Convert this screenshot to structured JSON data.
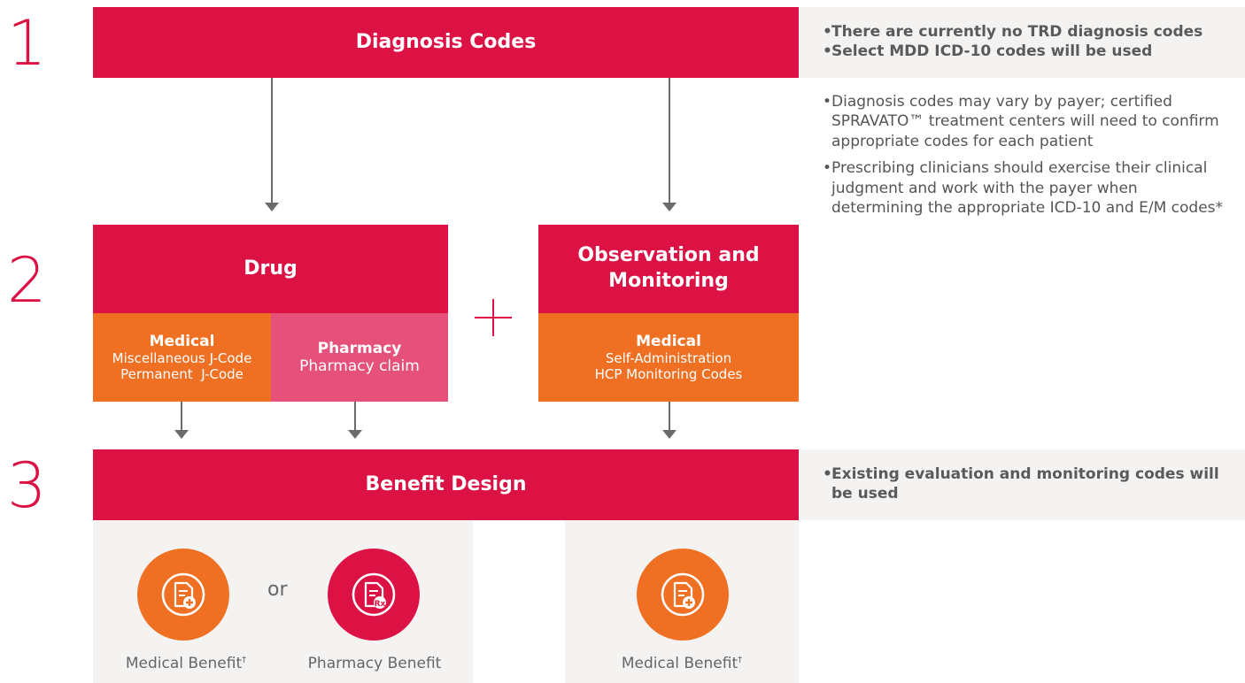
{
  "steps": [
    "1",
    "2",
    "3"
  ],
  "diagnosis": {
    "title": "Diagnosis Codes"
  },
  "drug": {
    "title": "Drug",
    "medical": {
      "title": "Medical",
      "line1": "Miscellaneous J-Code",
      "line2": "Permanent  J-Code"
    },
    "pharmacy": {
      "title": "Pharmacy",
      "line1": "Pharmacy claim"
    }
  },
  "plus": "+",
  "observation": {
    "title": "Observation and Monitoring",
    "medical": {
      "title": "Medical",
      "line1": "Self-Administration",
      "line2": "HCP Monitoring Codes"
    }
  },
  "benefit": {
    "title": "Benefit Design",
    "or_label": "or",
    "medical_benefit": "Medical Benefit",
    "dagger": "†",
    "pharmacy_benefit": "Pharmacy Benefit"
  },
  "notes": {
    "step1_bold": [
      "There are currently no TRD diagnosis codes",
      "Select MDD ICD-10 codes will be used"
    ],
    "step1_regular": [
      "Diagnosis codes may vary by payer; certified SPRAVATO™ treatment centers will need to confirm appropriate codes for each patient",
      "Prescribing clinicians should exercise their clinical judgment and work with the payer when determining the appropriate ICD-10 and E/M codes*"
    ],
    "step3_bold": [
      "Existing evaluation and monitoring codes will be used"
    ]
  },
  "bullet_char": "•",
  "colors": {
    "red": "#dc1245",
    "orange": "#f07023",
    "pink": "#e6517b",
    "gray_bg": "#f4f3f1"
  },
  "icons": [
    "medical-document-icon",
    "rx-document-icon"
  ]
}
